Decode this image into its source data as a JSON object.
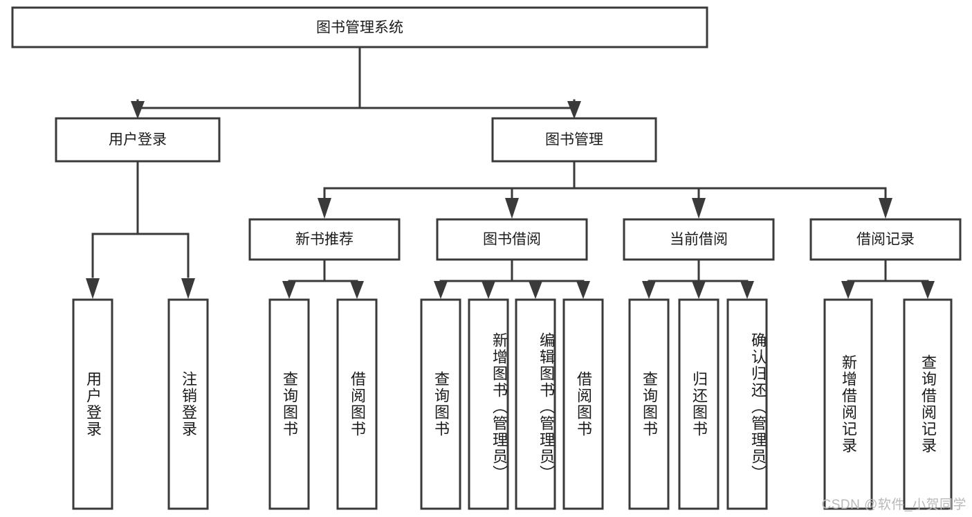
{
  "diagram": {
    "type": "tree",
    "title": "图书管理系统",
    "root": {
      "label": "图书管理系统"
    },
    "level2": [
      {
        "label": "用户登录"
      },
      {
        "label": "图书管理"
      }
    ],
    "level3": [
      {
        "label": "新书推荐"
      },
      {
        "label": "图书借阅"
      },
      {
        "label": "当前借阅"
      },
      {
        "label": "借阅记录"
      }
    ],
    "leaves": {
      "user_login": [
        {
          "label": "用户登录"
        },
        {
          "label": "注销登录"
        }
      ],
      "new_book_recommend": [
        {
          "label": "查询图书"
        },
        {
          "label": "借阅图书"
        }
      ],
      "book_borrow": [
        {
          "label": "查询图书"
        },
        {
          "label": "新增图书（管理员）"
        },
        {
          "label": "编辑图书（管理员）"
        },
        {
          "label": "借阅图书"
        }
      ],
      "current_borrow": [
        {
          "label": "查询图书"
        },
        {
          "label": "归还图书"
        },
        {
          "label": "确认归还（管理员）"
        }
      ],
      "borrow_record": [
        {
          "label": "新增借阅记录"
        },
        {
          "label": "查询借阅记录"
        }
      ]
    }
  },
  "watermark": {
    "text": "CSDN @软件_小贺同学"
  },
  "colors": {
    "stroke": "#3a3a3a",
    "box_fill": "#ffffff",
    "text": "#1b1b1b",
    "watermark": "#b9b9b9",
    "background": "#ffffff"
  }
}
